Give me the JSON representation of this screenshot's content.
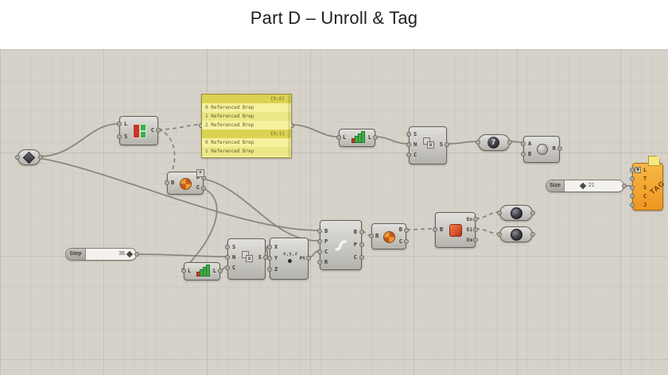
{
  "title": "Part D – Unroll & Tag",
  "colors": {
    "canvas_bg": "#d6d2c9",
    "panel_yellow": "#f5f09c",
    "tag_orange": "#ee9620",
    "wire_grey": "#85837b"
  },
  "panel": {
    "groups": [
      {
        "path": "{0;0}",
        "items": [
          "0 Referenced Brep",
          "1 Referenced Brep",
          "2 Referenced Brep"
        ]
      },
      {
        "path": "{0;1}",
        "items": [
          "0 Referenced Brep",
          "1 Referenced Brep"
        ]
      }
    ]
  },
  "sliders": {
    "step": {
      "label": "Step",
      "value": "36"
    },
    "size": {
      "label": "Size",
      "value": "21"
    }
  },
  "components": {
    "partition": {
      "inputs": [
        "L",
        "S"
      ],
      "outputs": [
        "C"
      ]
    },
    "unroll_plus": {
      "inputs": [
        "B"
      ],
      "outputs": [
        "B",
        "C"
      ],
      "badge": "+"
    },
    "list_length_top": {
      "inputs": [
        "L"
      ],
      "outputs": [
        "L"
      ]
    },
    "series_top": {
      "inputs": [
        "S",
        "N",
        "C"
      ],
      "outputs": [
        "S"
      ]
    },
    "seven_param": {
      "value": "7"
    },
    "division": {
      "inputs": [
        "A",
        "B"
      ],
      "outputs": [
        "R"
      ]
    },
    "list_length_bottom": {
      "inputs": [
        "L"
      ],
      "outputs": [
        "L"
      ]
    },
    "series_bottom": {
      "inputs": [
        "S",
        "N",
        "C"
      ],
      "outputs": [
        "S"
      ]
    },
    "construct_point": {
      "inputs": [
        "X",
        "Y",
        "Z"
      ],
      "outputs": [
        "Pt"
      ],
      "icon_text": "x,y,z"
    },
    "unroll_main": {
      "inputs": [
        "B",
        "P",
        "C",
        "R"
      ],
      "outputs": [
        "B",
        "P",
        "C"
      ]
    },
    "brep_components": {
      "inputs": [
        "B"
      ],
      "outputs": [
        "B",
        "C"
      ]
    },
    "brep_edges": {
      "inputs": [
        "B"
      ],
      "outputs": [
        "En",
        "Ei",
        "Em"
      ]
    },
    "tag": {
      "inputs": [
        "L",
        "T",
        "S",
        "C",
        "J"
      ],
      "label": "TAG"
    }
  }
}
